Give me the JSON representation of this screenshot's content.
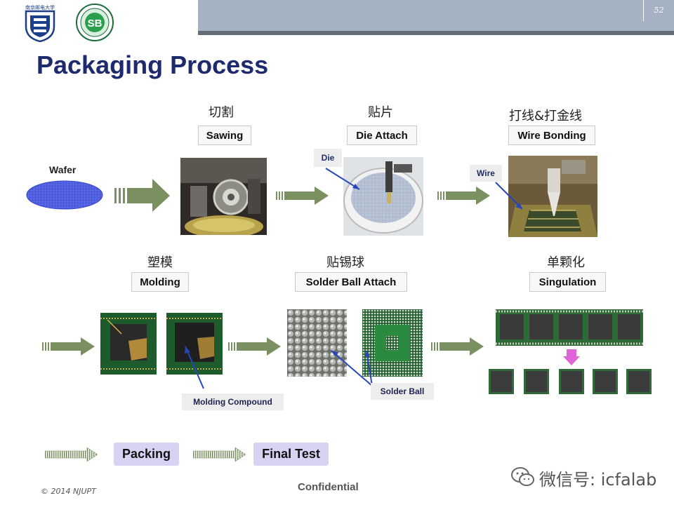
{
  "header": {
    "page_number": "52"
  },
  "title": "Packaging Process",
  "wafer_label": "Wafer",
  "steps": {
    "sawing": {
      "cn": "切割",
      "en": "Sawing"
    },
    "die_attach": {
      "cn": "贴片",
      "en": "Die Attach",
      "callout": "Die"
    },
    "wire_bonding": {
      "cn": "打线&打金线",
      "en": "Wire Bonding",
      "callout": "Wire"
    },
    "molding": {
      "cn": "塑模",
      "en": "Molding",
      "callout": "Molding Compound"
    },
    "solder_ball_attach": {
      "cn": "贴锡球",
      "en": "Solder Ball Attach",
      "callout": "Solder Ball"
    },
    "singulation": {
      "cn": "单颗化",
      "en": "Singulation"
    }
  },
  "bottom_flow": {
    "packing": "Packing",
    "final_test": "Final Test"
  },
  "footer": {
    "copyright": "© 2014 NJUPT",
    "confidential": "Confidential",
    "watermark": "微信号: icfalab"
  },
  "colors": {
    "title": "#1d2a6e",
    "arrow": "#7a9060",
    "header_bar": "#a4b2c3",
    "flow_box": "#d7d3f2"
  }
}
